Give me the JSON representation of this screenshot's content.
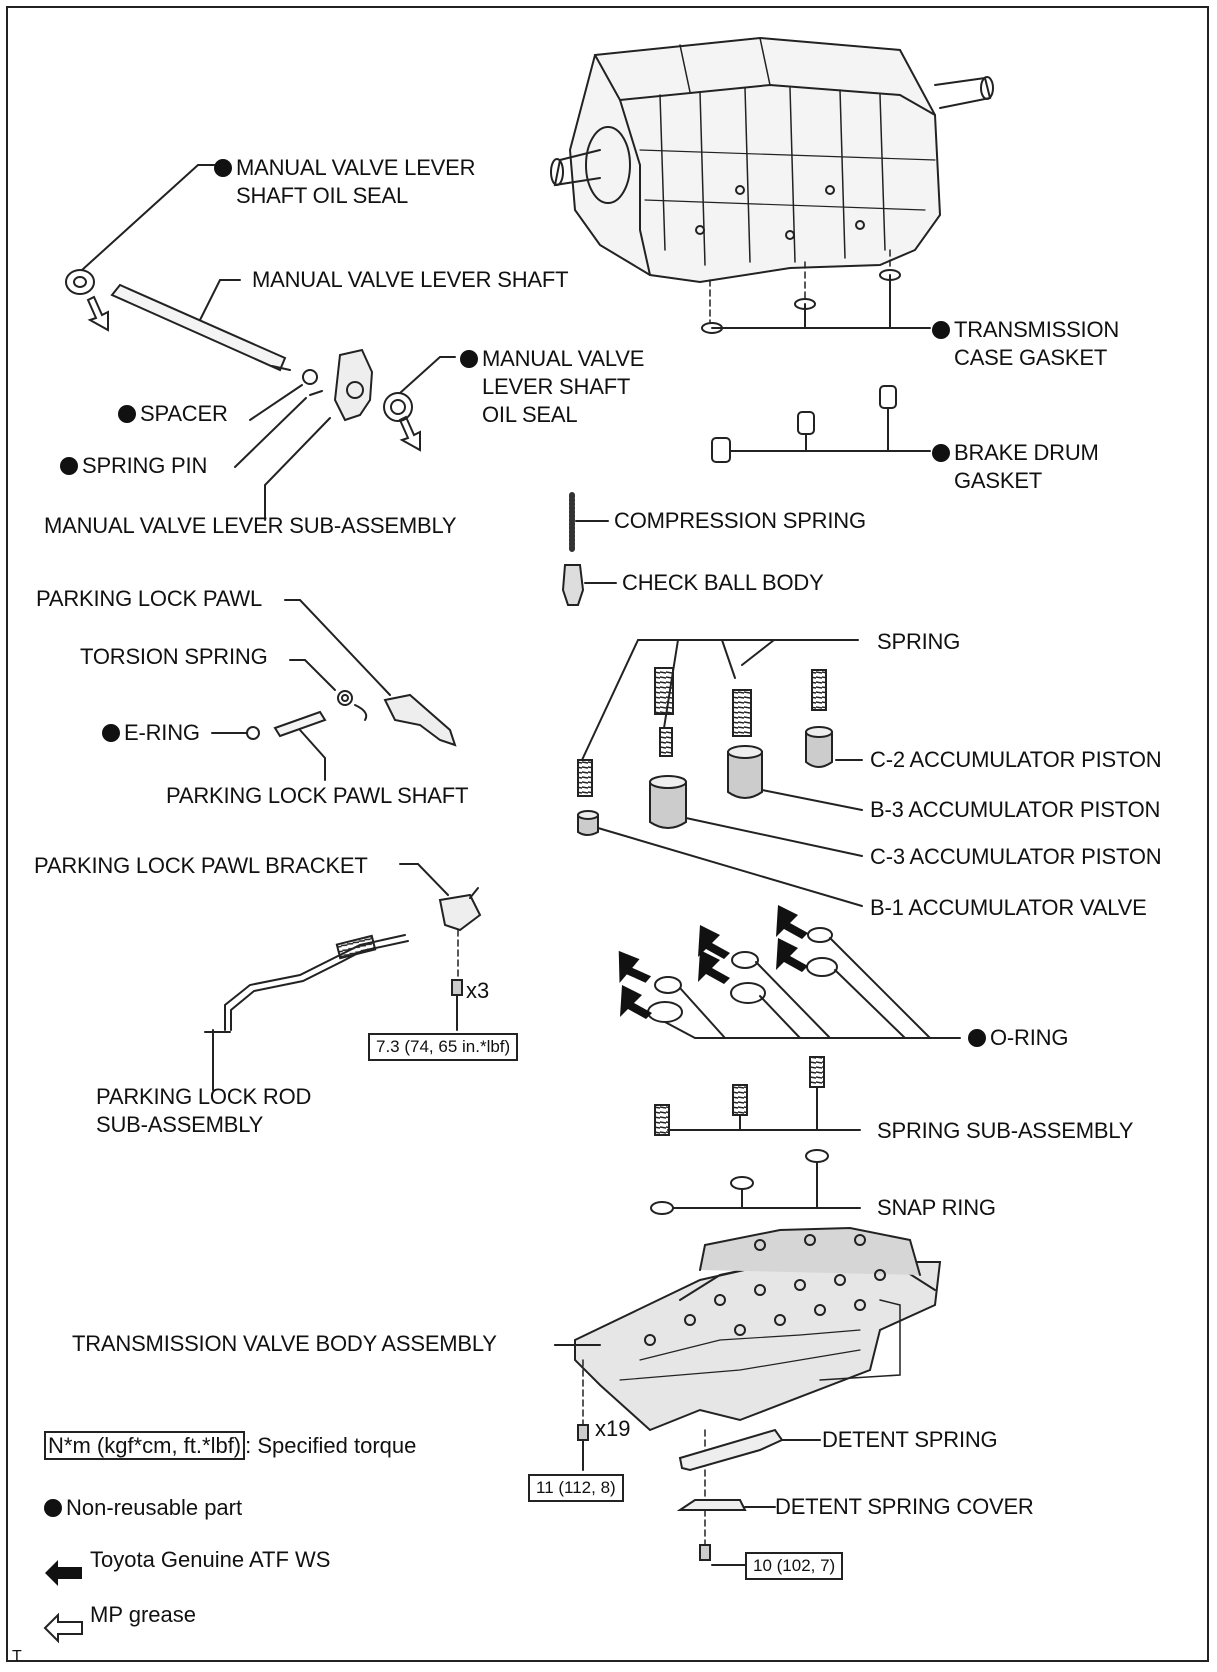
{
  "labels": {
    "mvl_oil_seal_1": "MANUAL VALVE LEVER SHAFT OIL SEAL",
    "mvl_oil_seal_1_l1": "MANUAL VALVE LEVER",
    "mvl_oil_seal_1_l2": "SHAFT OIL SEAL",
    "mvl_shaft": "MANUAL VALVE LEVER SHAFT",
    "spacer": "SPACER",
    "spring_pin": "SPRING PIN",
    "mvl_oil_seal_2_l1": "MANUAL VALVE",
    "mvl_oil_seal_2_l2": "LEVER SHAFT",
    "mvl_oil_seal_2_l3": "OIL SEAL",
    "mvl_sub_assembly": "MANUAL VALVE LEVER SUB-ASSEMBLY",
    "trans_case_gasket_l1": "TRANSMISSION",
    "trans_case_gasket_l2": "CASE GASKET",
    "brake_drum_gasket_l1": "BRAKE DRUM",
    "brake_drum_gasket_l2": "GASKET",
    "compression_spring": "COMPRESSION SPRING",
    "check_ball_body": "CHECK BALL BODY",
    "parking_lock_pawl": "PARKING LOCK PAWL",
    "torsion_spring": "TORSION SPRING",
    "e_ring": "E-RING",
    "parking_lock_pawl_shaft": "PARKING LOCK PAWL SHAFT",
    "spring": "SPRING",
    "c2_piston": "C-2 ACCUMULATOR PISTON",
    "b3_piston": "B-3 ACCUMULATOR PISTON",
    "c3_piston": "C-3 ACCUMULATOR PISTON",
    "b1_valve": "B-1 ACCUMULATOR VALVE",
    "parking_lock_pawl_bracket": "PARKING LOCK PAWL BRACKET",
    "o_ring": "O-RING",
    "parking_lock_rod_l1": "PARKING LOCK ROD",
    "parking_lock_rod_l2": "SUB-ASSEMBLY",
    "spring_sub_assembly": "SPRING SUB-ASSEMBLY",
    "snap_ring": "SNAP RING",
    "valve_body_assembly": "TRANSMISSION VALVE BODY ASSEMBLY",
    "detent_spring": "DETENT SPRING",
    "detent_spring_cover": "DETENT SPRING COVER"
  },
  "torques": {
    "bracket_bolt": "7.3 (74, 65 in.*lbf)",
    "bracket_qty": "x3",
    "valve_body_bolt": "11 (112, 8)",
    "valve_body_qty": "x19",
    "detent_bolt": "10 (102, 7)"
  },
  "legend": {
    "torque_box": "N*m (kgf*cm, ft.*lbf)",
    "torque_text": ": Specified torque",
    "non_reusable": "Non-reusable part",
    "atf": "Toyota Genuine ATF WS",
    "grease": "MP grease"
  },
  "corner_mark": "T",
  "colors": {
    "ink": "#111111",
    "line": "#222222",
    "fill_light": "#dcdcdc",
    "fill_mid": "#9a9a9a"
  }
}
